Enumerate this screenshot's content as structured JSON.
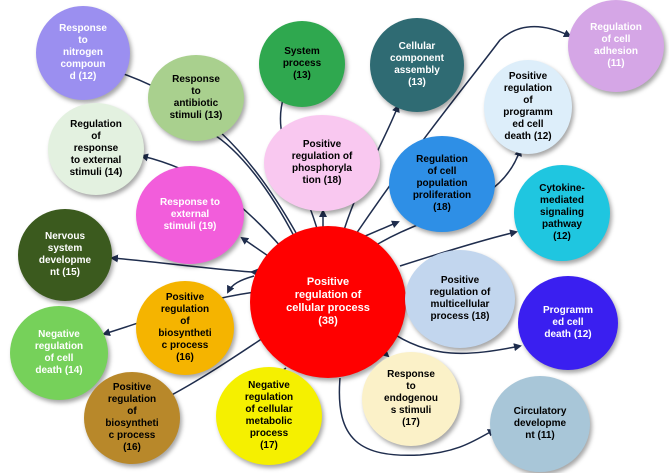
{
  "center": {
    "id": "center",
    "label": "Positive\nregulation of\ncellular process\n(38)",
    "color": "#ff0000",
    "text_color": "#ffffff"
  },
  "nodes": [
    {
      "id": "response-nitrogen",
      "label": "Response\nto\nnitrogen\ncompoun\nd (12)",
      "color": "#9b8ff0",
      "text_color": "#ffffff"
    },
    {
      "id": "response-antibiotic",
      "label": "Response\nto\nantibiotic\nstimuli (13)",
      "color": "#a9d08e",
      "text_color": "#000000"
    },
    {
      "id": "system-process",
      "label": "System\nprocess\n(13)",
      "color": "#2fa84f",
      "text_color": "#000000"
    },
    {
      "id": "cellular-component",
      "label": "Cellular\ncomponent\nassembly\n(13)",
      "color": "#2f6b73",
      "text_color": "#ffffff"
    },
    {
      "id": "regulation-cell-adhesion",
      "label": "Regulation\nof cell\nadhesion\n(11)",
      "color": "#d5a6e6",
      "text_color": "#ffffff"
    },
    {
      "id": "regulation-response-external",
      "label": "Regulation\nof\nresponse\nto external\nstimuli (14)",
      "color": "#e3f1e0",
      "text_color": "#000000"
    },
    {
      "id": "positive-phosphorylation",
      "label": "Positive\nregulation of\nphosphoryla\ntion (18)",
      "color": "#f9c8f0",
      "text_color": "#000000"
    },
    {
      "id": "positive-programmed-death",
      "label": "Positive\nregulation\nof\nprogramm\ned cell\ndeath (12)",
      "color": "#ddeefa",
      "text_color": "#000000"
    },
    {
      "id": "regulation-proliferation",
      "label": "Regulation\nof cell\npopulation\nproliferation\n(18)",
      "color": "#2e8fe6",
      "text_color": "#000000"
    },
    {
      "id": "response-external",
      "label": "Response to\nexternal\nstimuli (19)",
      "color": "#f25ddb",
      "text_color": "#ffffff"
    },
    {
      "id": "cytokine",
      "label": "Cytokine-\nmediated\nsignaling\npathway\n(12)",
      "color": "#1fc6e0",
      "text_color": "#000000"
    },
    {
      "id": "nervous-system",
      "label": "Nervous\nsystem\ndevelopme\nnt (15)",
      "color": "#3b5a1e",
      "text_color": "#ffffff"
    },
    {
      "id": "positive-multicellular",
      "label": "Positive\nregulation of\nmulticellular\nprocess (18)",
      "color": "#c2d6ee",
      "text_color": "#000000"
    },
    {
      "id": "negative-cell-death",
      "label": "Negative\nregulation\nof cell\ndeath (14)",
      "color": "#76d15a",
      "text_color": "#ffffff"
    },
    {
      "id": "positive-biosynthetic-1",
      "label": "Positive\nregulation\nof\nbiosyntheti\nc process\n(16)",
      "color": "#f5b400",
      "text_color": "#000000"
    },
    {
      "id": "programmed-cell-death",
      "label": "Programm\ned cell\ndeath (12)",
      "color": "#3a1ff0",
      "text_color": "#ffffff"
    },
    {
      "id": "positive-biosynthetic-2",
      "label": "Positive\nregulation\nof\nbiosyntheti\nc process\n(16)",
      "color": "#b8882a",
      "text_color": "#000000"
    },
    {
      "id": "negative-metabolic",
      "label": "Negative\nregulation\nof cellular\nmetabolic\nprocess\n(17)",
      "color": "#f5f000",
      "text_color": "#000000"
    },
    {
      "id": "response-endogenous",
      "label": "Response\nto\nendogenou\ns stimuli\n(17)",
      "color": "#fbf1c8",
      "text_color": "#000000"
    },
    {
      "id": "circulatory",
      "label": "Circulatory\ndevelopme\nnt (11)",
      "color": "#a8c6d8",
      "text_color": "#000000"
    }
  ],
  "edge_color": "#1f2d4d"
}
